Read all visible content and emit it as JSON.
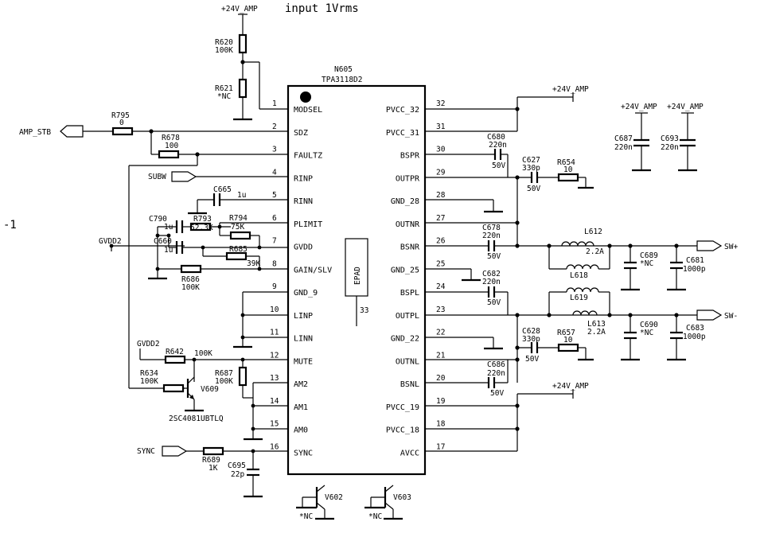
{
  "header": {
    "note": "input 1Vrms",
    "left_mark": "-1"
  },
  "chip": {
    "ref": "N605",
    "part": "TPA3118D2",
    "epad": "EPAD",
    "epad_pin": "33",
    "left_pins": [
      {
        "num": "1",
        "name": "MODSEL"
      },
      {
        "num": "2",
        "name": "SDZ"
      },
      {
        "num": "3",
        "name": "FAULTZ"
      },
      {
        "num": "4",
        "name": "RINP"
      },
      {
        "num": "5",
        "name": "RINN"
      },
      {
        "num": "6",
        "name": "PLIMIT"
      },
      {
        "num": "7",
        "name": "GVDD"
      },
      {
        "num": "8",
        "name": "GAIN/SLV"
      },
      {
        "num": "9",
        "name": "GND_9"
      },
      {
        "num": "10",
        "name": "LINP"
      },
      {
        "num": "11",
        "name": "LINN"
      },
      {
        "num": "12",
        "name": "MUTE"
      },
      {
        "num": "13",
        "name": "AM2"
      },
      {
        "num": "14",
        "name": "AM1"
      },
      {
        "num": "15",
        "name": "AM0"
      },
      {
        "num": "16",
        "name": "SYNC"
      }
    ],
    "right_pins": [
      {
        "num": "32",
        "name": "PVCC_32"
      },
      {
        "num": "31",
        "name": "PVCC_31"
      },
      {
        "num": "30",
        "name": "BSPR"
      },
      {
        "num": "29",
        "name": "OUTPR"
      },
      {
        "num": "28",
        "name": "GND_28"
      },
      {
        "num": "27",
        "name": "OUTNR"
      },
      {
        "num": "26",
        "name": "BSNR"
      },
      {
        "num": "25",
        "name": "GND_25"
      },
      {
        "num": "24",
        "name": "BSPL"
      },
      {
        "num": "23",
        "name": "OUTPL"
      },
      {
        "num": "22",
        "name": "GND_22"
      },
      {
        "num": "21",
        "name": "OUTNL"
      },
      {
        "num": "20",
        "name": "BSNL"
      },
      {
        "num": "19",
        "name": "PVCC_19"
      },
      {
        "num": "18",
        "name": "PVCC_18"
      },
      {
        "num": "17",
        "name": "AVCC"
      }
    ]
  },
  "nets": {
    "amp_stb": "AMP_STB",
    "subw": "SUBW",
    "gvdd2_a": "GVDD2",
    "gvdd2_b": "GVDD2",
    "sync": "SYNC",
    "sw_plus": "SW+",
    "sw_minus": "SW-",
    "pwr_top": "+24V_AMP",
    "pwr_r1": "+24V_AMP",
    "pwr_r2": "+24V_AMP",
    "pwr_c1": "+24V_AMP",
    "pwr_c2": "+24V_AMP"
  },
  "parts": {
    "r620": {
      "ref": "R620",
      "val": "100K"
    },
    "r621": {
      "ref": "R621",
      "val": "*NC"
    },
    "r795": {
      "ref": "R795",
      "val": "0"
    },
    "r678": {
      "ref": "R678",
      "val": "100"
    },
    "c665": {
      "ref": "C665",
      "val": "1u"
    },
    "c790": {
      "ref": "C790",
      "val": "1u"
    },
    "r793": {
      "ref": "R793",
      "val": "52.3K"
    },
    "r794": {
      "ref": "R794",
      "val": "75K"
    },
    "c660": {
      "ref": "C660",
      "val": "1u"
    },
    "r685": {
      "ref": "R685",
      "val": "39K"
    },
    "r686": {
      "ref": "R686",
      "val": "100K"
    },
    "r642": {
      "ref": "R642",
      "val": "100K"
    },
    "r634": {
      "ref": "R634",
      "val": "100K"
    },
    "v609": {
      "ref": "V609",
      "val": "2SC4081UBTLQ"
    },
    "r687": {
      "ref": "R687",
      "val": "100K"
    },
    "r689": {
      "ref": "R689",
      "val": "1K"
    },
    "c695": {
      "ref": "C695",
      "val": "22p"
    },
    "v602": {
      "ref": "V602",
      "val": "*NC"
    },
    "v603": {
      "ref": "V603",
      "val": "*NC"
    },
    "c680": {
      "ref": "C680",
      "val": "220n",
      "v2": "50V"
    },
    "c627": {
      "ref": "C627",
      "val": "330p",
      "v2": "50V"
    },
    "r654": {
      "ref": "R654",
      "val": "10"
    },
    "c678": {
      "ref": "C678",
      "val": "220n",
      "v2": "50V"
    },
    "c682": {
      "ref": "C682",
      "val": "220n",
      "v2": "50V"
    },
    "c628": {
      "ref": "C628",
      "val": "330p",
      "v2": "50V"
    },
    "r657": {
      "ref": "R657",
      "val": "10"
    },
    "c686": {
      "ref": "C686",
      "val": "220n",
      "v2": "50V"
    },
    "l612": {
      "ref": "L612",
      "val": "2.2A"
    },
    "l618": {
      "ref": "L618"
    },
    "l619": {
      "ref": "L619"
    },
    "l613": {
      "ref": "L613",
      "val": "2.2A"
    },
    "c689": {
      "ref": "C689",
      "val": "*NC"
    },
    "c681": {
      "ref": "C681",
      "val": "1000p"
    },
    "c690": {
      "ref": "C690",
      "val": "*NC"
    },
    "c683": {
      "ref": "C683",
      "val": "1000p"
    },
    "c687": {
      "ref": "C687",
      "val": "220n"
    },
    "c693": {
      "ref": "C693",
      "val": "220n"
    }
  }
}
